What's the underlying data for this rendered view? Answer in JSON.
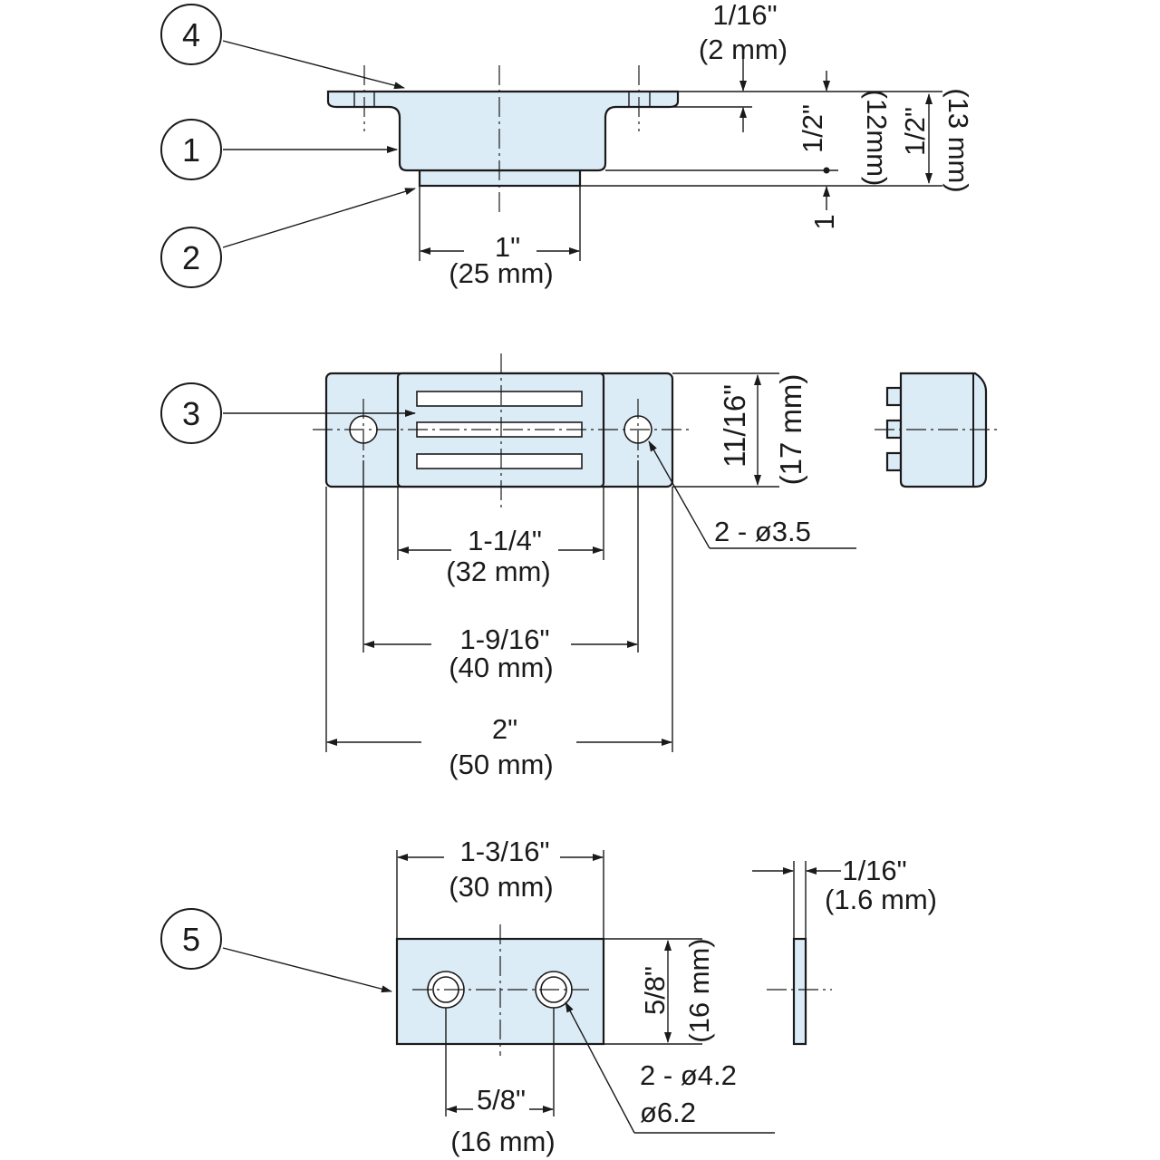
{
  "callouts": [
    "4",
    "1",
    "2",
    "3",
    "5"
  ],
  "top_view": {
    "dim_thickness": "1/16\"",
    "dim_thickness_mm": "(2 mm)",
    "dim_height_a": "1/2\"",
    "dim_height_a_mm": "(12mm)",
    "dim_height_b": "1/2\"",
    "dim_height_b_mm": "(13 mm)",
    "dim_plate": "1",
    "dim_width": "1\"",
    "dim_width_mm": "(25 mm)"
  },
  "middle_view": {
    "dim_magnet": "1-1/4\"",
    "dim_magnet_mm": "(32 mm)",
    "dim_holes": "1-9/16\"",
    "dim_holes_mm": "(40 mm)",
    "dim_overall": "2\"",
    "dim_overall_mm": "(50 mm)",
    "dim_height": "11/16\"",
    "dim_height_mm": "(17 mm)",
    "hole_spec": "2 - ø3.5"
  },
  "bottom_view": {
    "dim_width": "1-3/16\"",
    "dim_width_mm": "(30 mm)",
    "dim_height": "5/8\"",
    "dim_height_mm": "(16 mm)",
    "dim_pitch": "5/8\"",
    "dim_pitch_mm": "(16 mm)",
    "dim_thickness": "1/16\"",
    "dim_thickness_mm": "(1.6 mm)",
    "hole_spec_1": "2 - ø4.2",
    "hole_spec_2": "ø6.2"
  },
  "colors": {
    "part_fill": "#dcecf7",
    "line": "#1a1a1a"
  }
}
